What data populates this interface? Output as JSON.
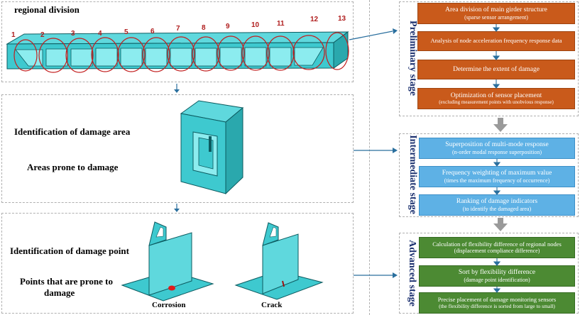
{
  "left": {
    "regional": {
      "title": "regional division",
      "segments": [
        "1",
        "2",
        "3",
        "4",
        "5",
        "6",
        "7",
        "8",
        "9",
        "10",
        "11",
        "12",
        "13"
      ]
    },
    "area": {
      "title": "Identification of damage area",
      "subtitle": "Areas prone to damage"
    },
    "point": {
      "title": "Identification of damage point",
      "subtitle_line1": "Points that are prone to",
      "subtitle_line2": "damage",
      "corrosion": "Corrosion",
      "crack": "Crack"
    }
  },
  "stages": {
    "preliminary": {
      "label": "Preliminary stage",
      "boxes": [
        {
          "line1": "Area division of main girder structure",
          "line2": "(sparse sensor arrangement)"
        },
        {
          "line1": "Analysis of node acceleration frequency response data",
          "line2": ""
        },
        {
          "line1": "Determine the extent of damage",
          "line2": ""
        },
        {
          "line1": "Optimization of sensor placement",
          "line2": "(excluding measurement points with unobvious response)"
        }
      ]
    },
    "intermediate": {
      "label": "Intermediate stage",
      "boxes": [
        {
          "line1": "Superposition of multi-mode response",
          "line2": "(n-order modal response superposition)"
        },
        {
          "line1": "Frequency weighting of maximum value",
          "line2": "(times the maximum frequency of occurrence)"
        },
        {
          "line1": "Ranking of damage indicators",
          "line2": "(to identify the damaged area)"
        }
      ]
    },
    "advanced": {
      "label": "Advanced stage",
      "boxes": [
        {
          "line1": "Calculation of flexibility difference of regional nodes",
          "line2": "(displacement compliance difference)"
        },
        {
          "line1": "Sort by flexibility difference",
          "line2": "(damage point identification)"
        },
        {
          "line1": "Precise placement of damage monitoring sensors",
          "line2": "(the flexibility difference is sorted from large to small)"
        }
      ]
    }
  },
  "colors": {
    "preliminary": "#c95a1b",
    "intermediate": "#5eb1e5",
    "advanced": "#4c8a33",
    "steel": "#3ec9cf",
    "arrow": "#2a6f9e"
  }
}
